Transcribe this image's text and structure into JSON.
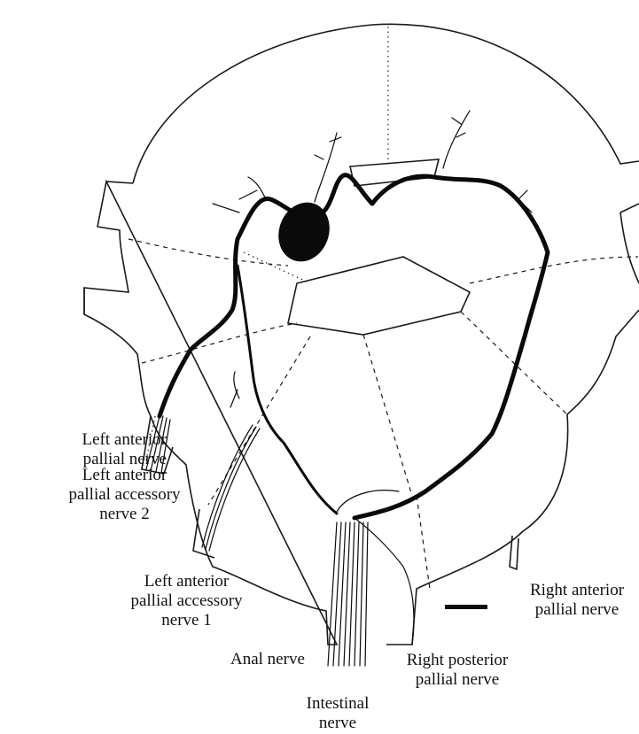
{
  "labels": {
    "left_anterior_pallial_nerve": [
      "Left anterior",
      "pallial nerve"
    ],
    "left_anterior_pallial_accessory_nerve_2": [
      "Left anterior",
      "pallial accessory",
      "nerve 2"
    ],
    "left_anterior_pallial_accessory_nerve_1": [
      "Left anterior",
      "pallial accessory",
      "nerve 1"
    ],
    "anal_nerve": [
      "Anal nerve"
    ],
    "intestinal_nerve": [
      "Intestinal",
      "nerve"
    ],
    "right_posterior_pallial_nerve": [
      "Right posterior",
      "pallial nerve"
    ],
    "right_anterior_pallial_nerve": [
      "Right anterior",
      "pallial nerve"
    ]
  },
  "colors": {
    "ink": "#0a0a0a",
    "background": "#ffffff"
  }
}
